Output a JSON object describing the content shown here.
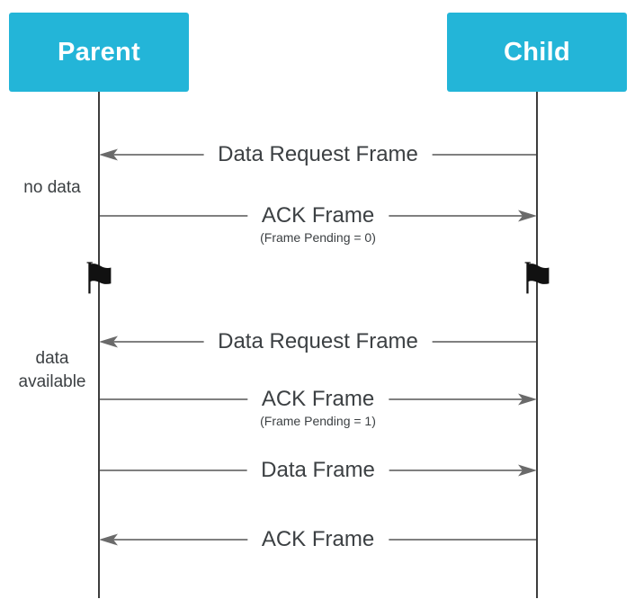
{
  "nodes": {
    "parent": {
      "label": "Parent"
    },
    "child": {
      "label": "Child"
    }
  },
  "messages": [
    {
      "label": "Data Request Frame",
      "direction": "left",
      "from": "Child",
      "to": "Parent"
    },
    {
      "label": "ACK Frame",
      "sublabel": "(Frame Pending = 0)",
      "direction": "right",
      "from": "Parent",
      "to": "Child"
    },
    {
      "label": "Data Request Frame",
      "direction": "left",
      "from": "Child",
      "to": "Parent"
    },
    {
      "label": "ACK Frame",
      "sublabel": "(Frame Pending = 1)",
      "direction": "right",
      "from": "Parent",
      "to": "Child"
    },
    {
      "label": "Data Frame",
      "direction": "right",
      "from": "Parent",
      "to": "Child"
    },
    {
      "label": "ACK Frame",
      "direction": "left",
      "from": "Child",
      "to": "Parent"
    }
  ],
  "annotations": [
    {
      "label": "no data"
    },
    {
      "label": "data\navailable"
    }
  ],
  "icons": {
    "flag": "⚑"
  },
  "colors": {
    "node_fill": "#23b5d8",
    "node_text": "#ffffff",
    "line": "#808080",
    "arrow": "#6a6a6a",
    "lifeline": "#3d3d3d",
    "text": "#3c4043",
    "bg": "#ffffff"
  }
}
